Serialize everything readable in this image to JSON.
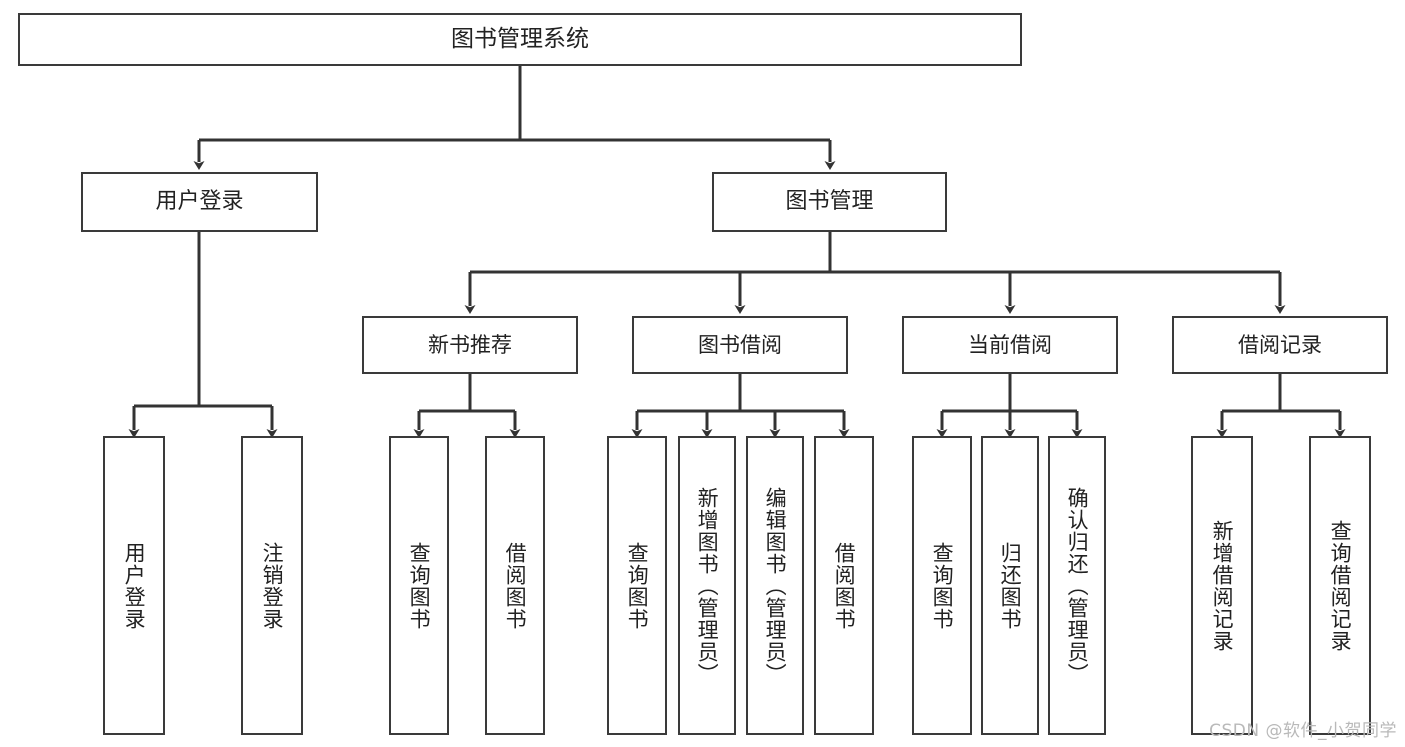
{
  "diagram": {
    "title": "图书管理系统",
    "type": "tree-hierarchy-chart",
    "watermark": "CSDN @软件_小贺同学",
    "colors": {
      "box_border": "#3a3a3a",
      "box_fill": "#ffffff",
      "edge": "#333333",
      "text": "#222222",
      "watermark": "#b9b9b9"
    },
    "nodes": {
      "root": {
        "label": "图书管理系统"
      },
      "level1": [
        {
          "id": "user-login",
          "label": "用户登录"
        },
        {
          "id": "book-management",
          "label": "图书管理"
        }
      ],
      "level2": [
        {
          "id": "new-book-recommend",
          "label": "新书推荐"
        },
        {
          "id": "book-borrow",
          "label": "图书借阅"
        },
        {
          "id": "current-borrow",
          "label": "当前借阅"
        },
        {
          "id": "borrow-record",
          "label": "借阅记录"
        }
      ],
      "leaves": {
        "user_login": [
          {
            "id": "leaf-user-login",
            "label": "用户登录"
          },
          {
            "id": "leaf-logout",
            "label": "注销登录"
          }
        ],
        "new_book_recommend": [
          {
            "id": "leaf-query-book-1",
            "label": "查询图书"
          },
          {
            "id": "leaf-borrow-book-1",
            "label": "借阅图书"
          }
        ],
        "book_borrow": [
          {
            "id": "leaf-query-book-2",
            "label": "查询图书"
          },
          {
            "id": "leaf-add-book",
            "label": "新增图书（管理员）"
          },
          {
            "id": "leaf-edit-book",
            "label": "编辑图书（管理员）"
          },
          {
            "id": "leaf-borrow-book-2",
            "label": "借阅图书"
          }
        ],
        "current_borrow": [
          {
            "id": "leaf-query-book-3",
            "label": "查询图书"
          },
          {
            "id": "leaf-return-book",
            "label": "归还图书"
          },
          {
            "id": "leaf-confirm-return",
            "label": "确认归还（管理员）"
          }
        ],
        "borrow_record": [
          {
            "id": "leaf-add-record",
            "label": "新增借阅记录"
          },
          {
            "id": "leaf-query-record",
            "label": "查询借阅记录"
          }
        ]
      }
    }
  }
}
